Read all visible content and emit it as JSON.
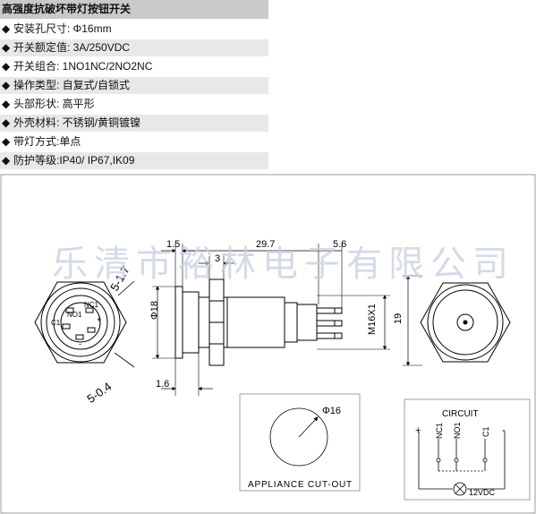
{
  "spec_table": {
    "title": "高强度抗破坏带灯按钮开关",
    "bullet_symbol": "◆",
    "rows": [
      {
        "text": "安装孔尺寸: Φ16mm"
      },
      {
        "text": "开关额定值: 3A/250VDC"
      },
      {
        "text": "开关组合: 1NO1NC/2NO2NC"
      },
      {
        "text": "操作类型: 自复式/自锁式"
      },
      {
        "text": "头部形状: 高平形"
      },
      {
        "text": "外壳材料: 不锈钢/黄铜镀镍"
      },
      {
        "text": "带灯方式:单点"
      },
      {
        "text": "防护等级:IP40/ IP67,IK09"
      }
    ]
  },
  "watermark": "乐清市裕林电子有限公司",
  "drawing": {
    "dimensions": {
      "d1_5": "1.5",
      "d29_7": "29.7",
      "d5_6": "5.6",
      "d3": "3",
      "phi18": "Φ18",
      "m16": "M16X1",
      "h19": "19",
      "d1_6": "1.6",
      "d5_17": "5-1.7",
      "d5_04": "5-0.4",
      "phi16": "Φ16"
    },
    "cutout_label": "APPLIANCE CUT-OUT",
    "circuit": {
      "title": "CIRCUIT",
      "terminals": [
        "+",
        "NC1",
        "NO1",
        "C1",
        "-"
      ],
      "lamp_voltage": "12VDC"
    },
    "terminal_marks": [
      "C1",
      "NO1",
      "NC1",
      "+",
      "-"
    ]
  }
}
